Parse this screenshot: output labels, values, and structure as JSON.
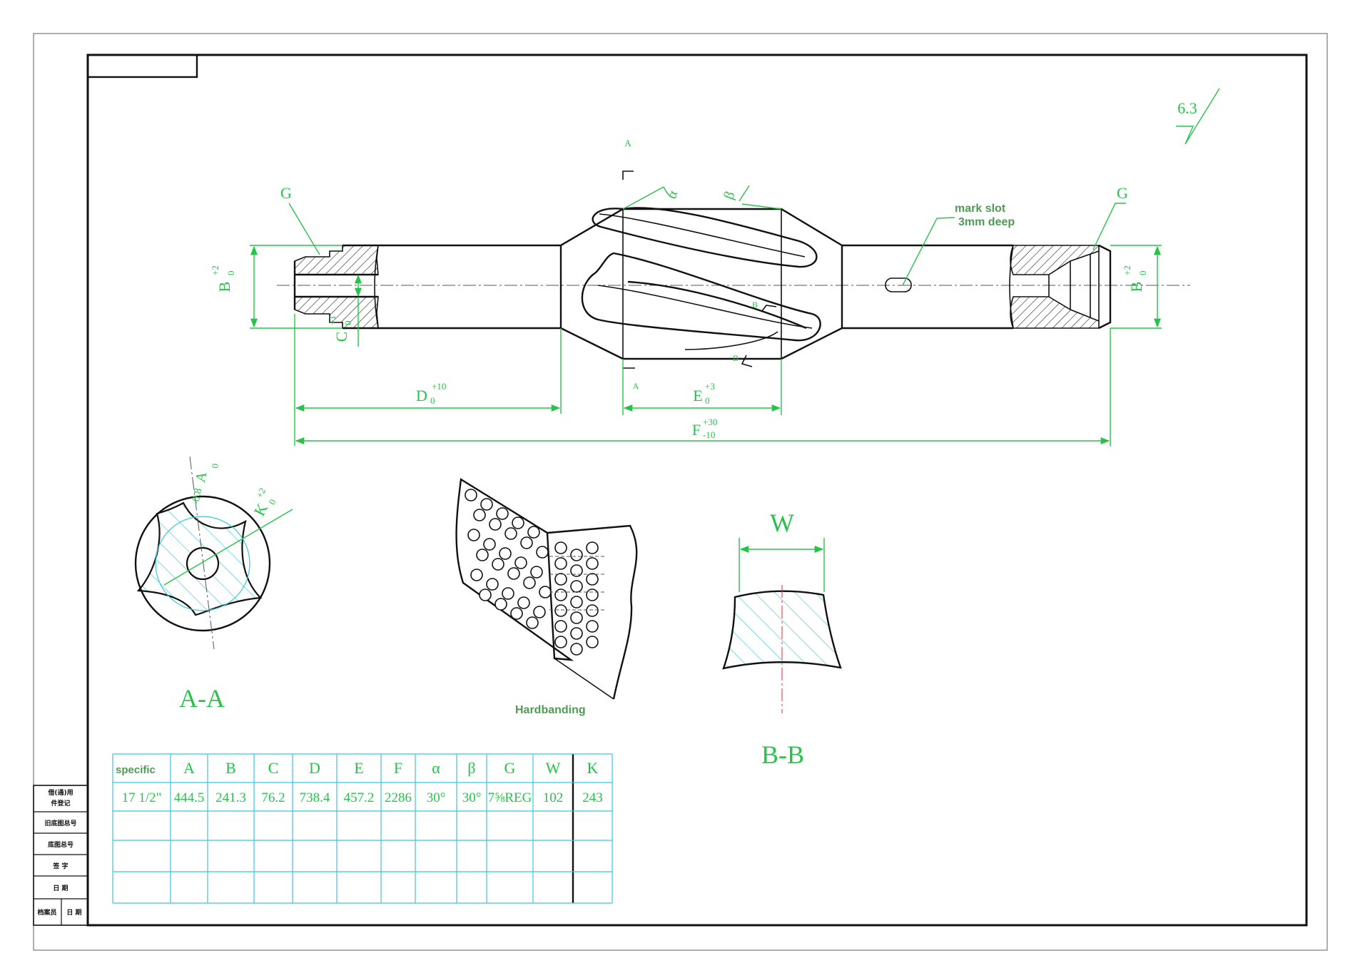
{
  "roughness": "6.3",
  "labels": {
    "g_left": "G",
    "g_right": "G",
    "mark_slot_1": "mark slot",
    "mark_slot_2": "3mm deep",
    "alpha": "α",
    "beta": "β",
    "section_a_top": "A",
    "section_a_bottom": "A",
    "section_b_upper": "B",
    "section_b_lower": "B",
    "dim_b_left": "B",
    "dim_b_left_tol": "+2",
    "dim_b_left_tol0": "0",
    "dim_b_right": "B",
    "dim_b_right_tol": "+2",
    "dim_b_right_tol0": "0",
    "dim_c": "C",
    "dim_c_tol": "+1",
    "dim_c_tol0": "0",
    "dim_d": "D",
    "dim_d_tol": "+10",
    "dim_d_tol0": "0",
    "dim_e": "E",
    "dim_e_tol": "+3",
    "dim_e_tol0": "0",
    "dim_f": "F",
    "dim_f_tol_up": "+30",
    "dim_f_tol_down": "-10",
    "dim_a_rot": "A",
    "dim_a_rot_tol": "-0.8",
    "dim_a_rot_tol0": "0",
    "dim_k": "K",
    "dim_k_tol": "+2",
    "dim_k_tol0": "0",
    "dim_w": "W",
    "view_aa": "A-A",
    "view_bb": "B-B",
    "hardbanding": "Hardbanding"
  },
  "side_block": [
    "借(通)用",
    "件登记",
    "旧底图总号",
    "底图总号",
    "签 字",
    "日 期",
    "档案员",
    "日 期"
  ],
  "spec_table": {
    "headers": [
      "specific",
      "A",
      "B",
      "C",
      "D",
      "E",
      "F",
      "α",
      "β",
      "G",
      "W",
      "K"
    ],
    "rows": [
      [
        "17 1/2\"",
        "444.5",
        "241.3",
        "76.2",
        "738.4",
        "457.2",
        "2286",
        "30°",
        "30°",
        "7⅝REG",
        "102",
        "243"
      ],
      [
        "",
        "",
        "",
        "",
        "",
        "",
        "",
        "",
        "",
        "",
        "",
        ""
      ],
      [
        "",
        "",
        "",
        "",
        "",
        "",
        "",
        "",
        "",
        "",
        "",
        ""
      ],
      [
        "",
        "",
        "",
        "",
        "",
        "",
        "",
        "",
        "",
        "",
        "",
        ""
      ]
    ]
  }
}
